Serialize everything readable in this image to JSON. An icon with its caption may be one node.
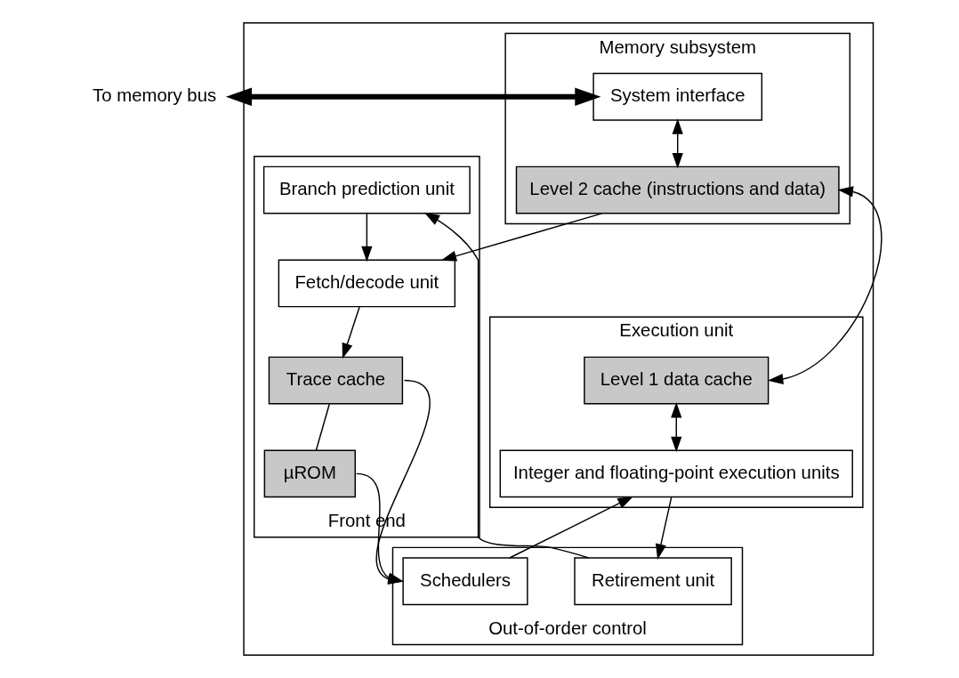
{
  "diagram": {
    "nodes": [
      {
        "text": [
          "To memory bus"
        ]
      },
      {
        "text": [],
        "shape": "box"
      },
      {
        "text": [
          "Memory subsystem"
        ],
        "in": 1
      },
      {
        "text": [
          "System interface"
        ],
        "in": 2
      },
      {
        "text": [
          "Level 2 cache (instructions and data)"
        ],
        "in": 2
      },
      {
        "text": [
          "Execution unit"
        ],
        "in": 1
      },
      {
        "text": [
          "Level 1 data cache"
        ],
        "in": 5
      },
      {
        "text": [
          "Integer and floating-point execution units"
        ],
        "in": 5
      },
      {
        "text": [
          "Front end"
        ],
        "in": 1
      },
      {
        "text": [
          "Fetch/decode unit"
        ],
        "in": 8
      },
      {
        "text": [
          "Trace cache"
        ],
        "in": 8
      },
      {
        "text": [
          "µROM"
        ],
        "in": 8
      },
      {
        "text": [
          "Branch prediction unit"
        ],
        "in": 8
      },
      {
        "text": [
          "Out-of-order control"
        ],
        "in": 1
      },
      {
        "text": [
          "Schedulers"
        ],
        "in": 13
      },
      {
        "text": [
          "Retirement unit"
        ],
        "in": 13
      }
    ],
    "edges": [
      {
        "from": 3,
        "to": 0,
        "arrow": "both",
        "style": "thick"
      },
      {
        "from": 3,
        "to": 4,
        "arrow": "both"
      },
      {
        "from": 4,
        "to": 6,
        "arrow": "both"
      },
      {
        "from": 6,
        "to": 7,
        "arrow": "both"
      },
      {
        "from": 4,
        "to": 9,
        "arrow": "to"
      },
      {
        "from": 9,
        "to": 10,
        "arrow": "to"
      },
      {
        "from": 10,
        "to": 14,
        "arrow": "to"
      },
      {
        "from": 10,
        "to": 11,
        "arrow": "none"
      },
      {
        "from": 11,
        "to": 14,
        "arrow": "to"
      },
      {
        "from": 14,
        "to": 7,
        "arrow": "to"
      },
      {
        "from": 7,
        "to": 15,
        "arrow": "to"
      },
      {
        "from": 15,
        "to": 12,
        "arrow": "to"
      },
      {
        "from": 12,
        "to": 9,
        "arrow": "to"
      }
    ]
  }
}
